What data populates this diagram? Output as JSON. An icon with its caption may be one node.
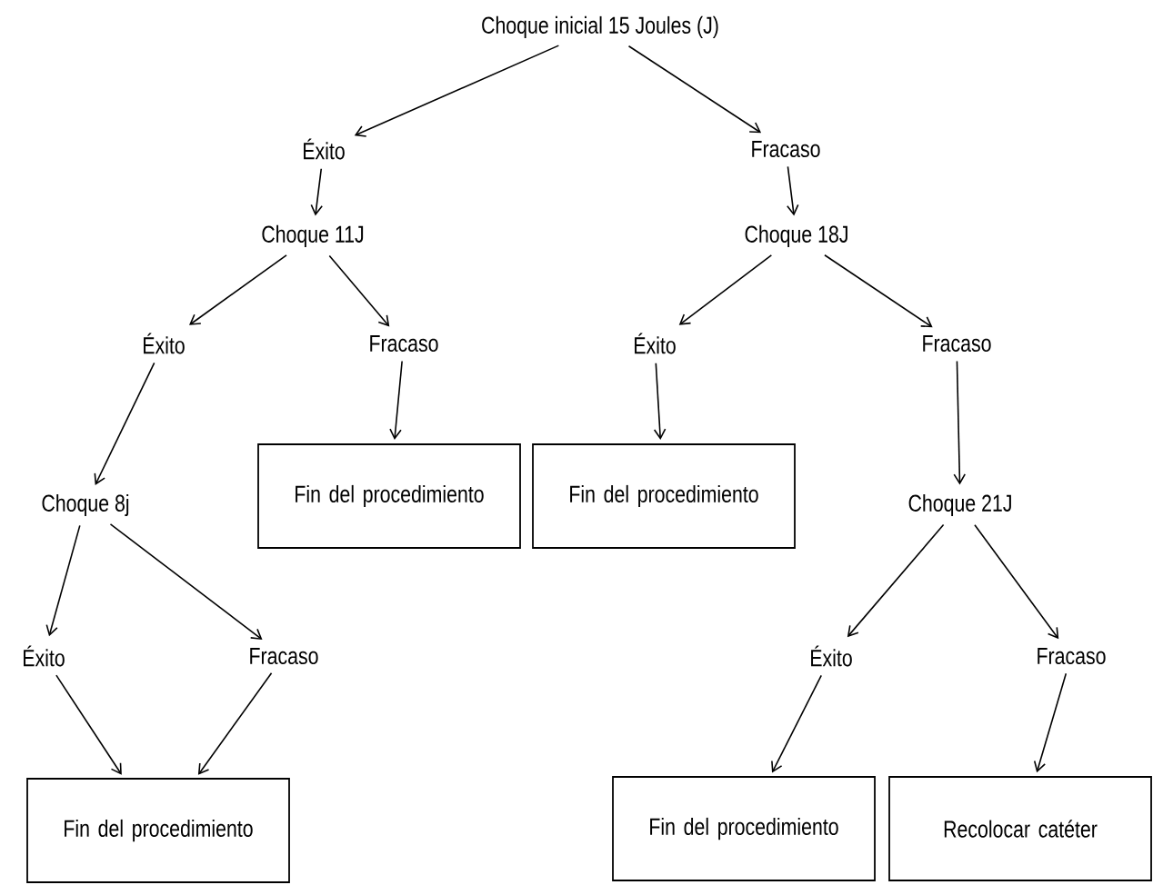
{
  "diagram": {
    "nodes": [
      {
        "text": [
          "Choque inicial 15 Joules (J)"
        ]
      },
      {
        "text": [
          "Éxito"
        ]
      },
      {
        "text": [
          "Fracaso"
        ]
      },
      {
        "text": [
          "Choque 11J"
        ]
      },
      {
        "text": [
          "Choque 18J"
        ]
      },
      {
        "text": [
          "Éxito"
        ]
      },
      {
        "text": [
          "Fracaso"
        ]
      },
      {
        "text": [
          "Éxito"
        ]
      },
      {
        "text": [
          "Fracaso"
        ]
      },
      {
        "text": [
          "Fin del procedimiento"
        ]
      },
      {
        "text": [
          "Fin del procedimiento"
        ]
      },
      {
        "text": [
          "Choque 8j"
        ]
      },
      {
        "text": [
          "Choque 21J"
        ]
      },
      {
        "text": [
          "Éxito"
        ]
      },
      {
        "text": [
          "Fracaso"
        ]
      },
      {
        "text": [
          "Éxito"
        ]
      },
      {
        "text": [
          "Fracaso"
        ]
      },
      {
        "text": [
          "Fin del procedimiento"
        ]
      },
      {
        "text": [
          "Fin del procedimiento"
        ]
      },
      {
        "text": [
          "Recolocar catéter"
        ]
      }
    ],
    "edges": [
      {
        "from": 0,
        "to": 1,
        "arrow": "to"
      },
      {
        "from": 0,
        "to": 2,
        "arrow": "to"
      },
      {
        "from": 1,
        "to": 3,
        "arrow": "to"
      },
      {
        "from": 2,
        "to": 4,
        "arrow": "to"
      },
      {
        "from": 3,
        "to": 5,
        "arrow": "to"
      },
      {
        "from": 3,
        "to": 6,
        "arrow": "to"
      },
      {
        "from": 4,
        "to": 7,
        "arrow": "to"
      },
      {
        "from": 4,
        "to": 8,
        "arrow": "to"
      },
      {
        "from": 6,
        "to": 9,
        "arrow": "to"
      },
      {
        "from": 7,
        "to": 10,
        "arrow": "to"
      },
      {
        "from": 5,
        "to": 11,
        "arrow": "to"
      },
      {
        "from": 8,
        "to": 12,
        "arrow": "to"
      },
      {
        "from": 11,
        "to": 13,
        "arrow": "to"
      },
      {
        "from": 11,
        "to": 14,
        "arrow": "to"
      },
      {
        "from": 13,
        "to": 17,
        "arrow": "to"
      },
      {
        "from": 14,
        "to": 17,
        "arrow": "to"
      },
      {
        "from": 12,
        "to": 15,
        "arrow": "to"
      },
      {
        "from": 12,
        "to": 16,
        "arrow": "to"
      },
      {
        "from": 15,
        "to": 18,
        "arrow": "to"
      },
      {
        "from": 16,
        "to": 19,
        "arrow": "to"
      }
    ]
  }
}
